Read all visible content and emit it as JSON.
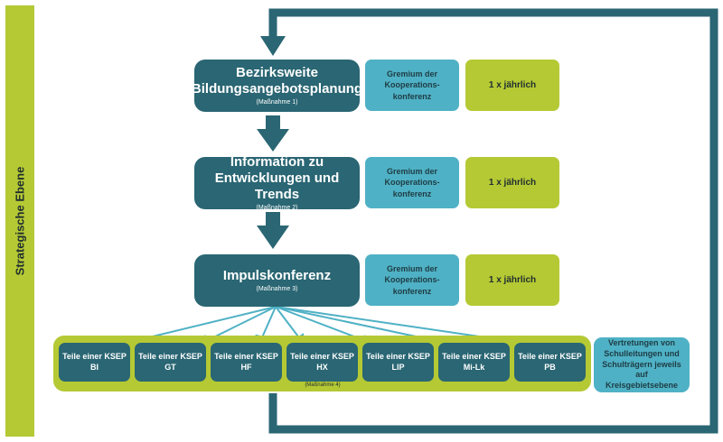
{
  "side_label": "Strategische Ebene",
  "steps": [
    {
      "title": "Bezirksweite Bildungsangebotsplanung",
      "subtitle": "(Maßnahme 1)",
      "gremium": "Gremium der Kooperations-konferenz",
      "frequency": "1 x jährlich"
    },
    {
      "title": "Information zu Entwicklungen und Trends",
      "subtitle": "(Maßnahme 2)",
      "gremium": "Gremium der Kooperations-konferenz",
      "frequency": "1 x jährlich"
    },
    {
      "title": "Impulskonferenz",
      "subtitle": "(Maßnahme 3)",
      "gremium": "Gremium der Kooperations-konferenz",
      "frequency": "1 x jährlich"
    }
  ],
  "ksep": {
    "prefix": "Teile einer KSEP",
    "units": [
      "BI",
      "GT",
      "HF",
      "HX",
      "LIP",
      "Mi-Lk",
      "PB"
    ],
    "subtitle": "(Maßnahme 4)",
    "side_note": "Vertretungen von Schulleitungen und Schulträgern jeweils auf Kreisgebietsebene"
  },
  "colors": {
    "dark_teal": "#2a6673",
    "light_teal": "#4fb1c5",
    "lime": "#b5c934",
    "arrow": "#2a6673",
    "fan_line": "#4fb1c5"
  }
}
